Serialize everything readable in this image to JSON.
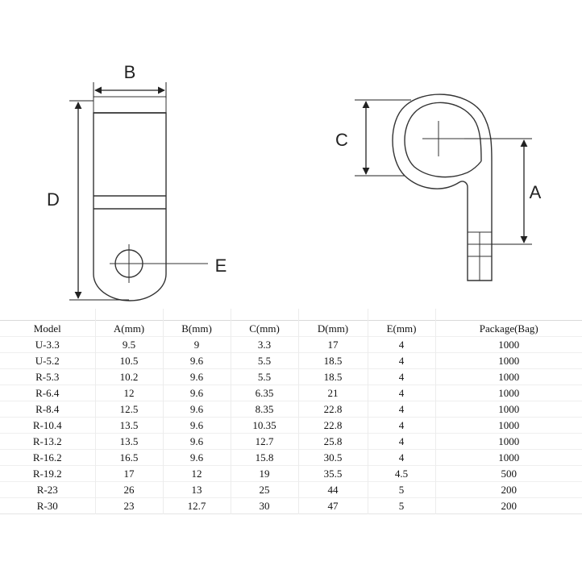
{
  "diagram": {
    "labels": {
      "b": "B",
      "d": "D",
      "e": "E",
      "c": "C",
      "a": "A"
    }
  },
  "table": {
    "headers": [
      "Model",
      "A(mm)",
      "B(mm)",
      "C(mm)",
      "D(mm)",
      "E(mm)",
      "Package(Bag)"
    ],
    "rows": [
      [
        "U-3.3",
        "9.5",
        "9",
        "3.3",
        "17",
        "4",
        "1000"
      ],
      [
        "U-5.2",
        "10.5",
        "9.6",
        "5.5",
        "18.5",
        "4",
        "1000"
      ],
      [
        "R-5.3",
        "10.2",
        "9.6",
        "5.5",
        "18.5",
        "4",
        "1000"
      ],
      [
        "R-6.4",
        "12",
        "9.6",
        "6.35",
        "21",
        "4",
        "1000"
      ],
      [
        "R-8.4",
        "12.5",
        "9.6",
        "8.35",
        "22.8",
        "4",
        "1000"
      ],
      [
        "R-10.4",
        "13.5",
        "9.6",
        "10.35",
        "22.8",
        "4",
        "1000"
      ],
      [
        "R-13.2",
        "13.5",
        "9.6",
        "12.7",
        "25.8",
        "4",
        "1000"
      ],
      [
        "R-16.2",
        "16.5",
        "9.6",
        "15.8",
        "30.5",
        "4",
        "1000"
      ],
      [
        "R-19.2",
        "17",
        "12",
        "19",
        "35.5",
        "4.5",
        "500"
      ],
      [
        "R-23",
        "26",
        "13",
        "25",
        "44",
        "5",
        "200"
      ],
      [
        "R-30",
        "23",
        "12.7",
        "30",
        "47",
        "5",
        "200"
      ]
    ]
  }
}
